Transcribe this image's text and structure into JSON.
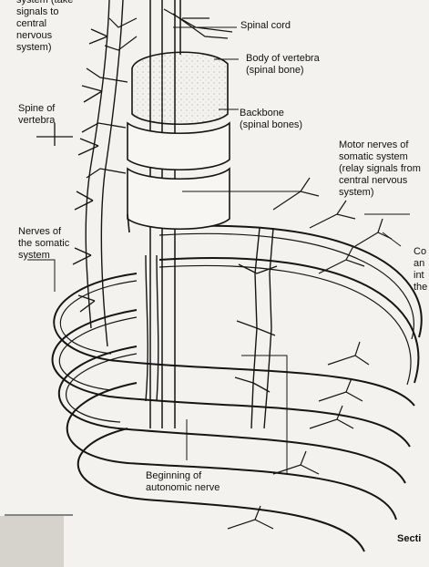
{
  "labels": {
    "sensory_fragment": "system (take\nsignals to\ncentral\nnervous\nsystem)",
    "spinal_cord": "Spinal cord",
    "vertebra_body": "Body of vertebra\n(spinal bone)",
    "spine_of_vertebra": "Spine of\nvertebra",
    "backbone": "Backbone\n(spinal bones)",
    "motor_nerves": "Motor nerves of\nsomatic system\n(relay signals from\ncentral nervous\nsystem)",
    "somatic_nerves": "Nerves of\nthe somatic\nsystem",
    "right_fragment": "Co\nan\nint\nthe",
    "autonomic_nerve": "Beginning of\nautonomic nerve",
    "section_fragment": "Secti"
  },
  "colors": {
    "paper": "#f4f2ee",
    "ink": "#151515",
    "bone_fill": "#f7f6f2"
  }
}
